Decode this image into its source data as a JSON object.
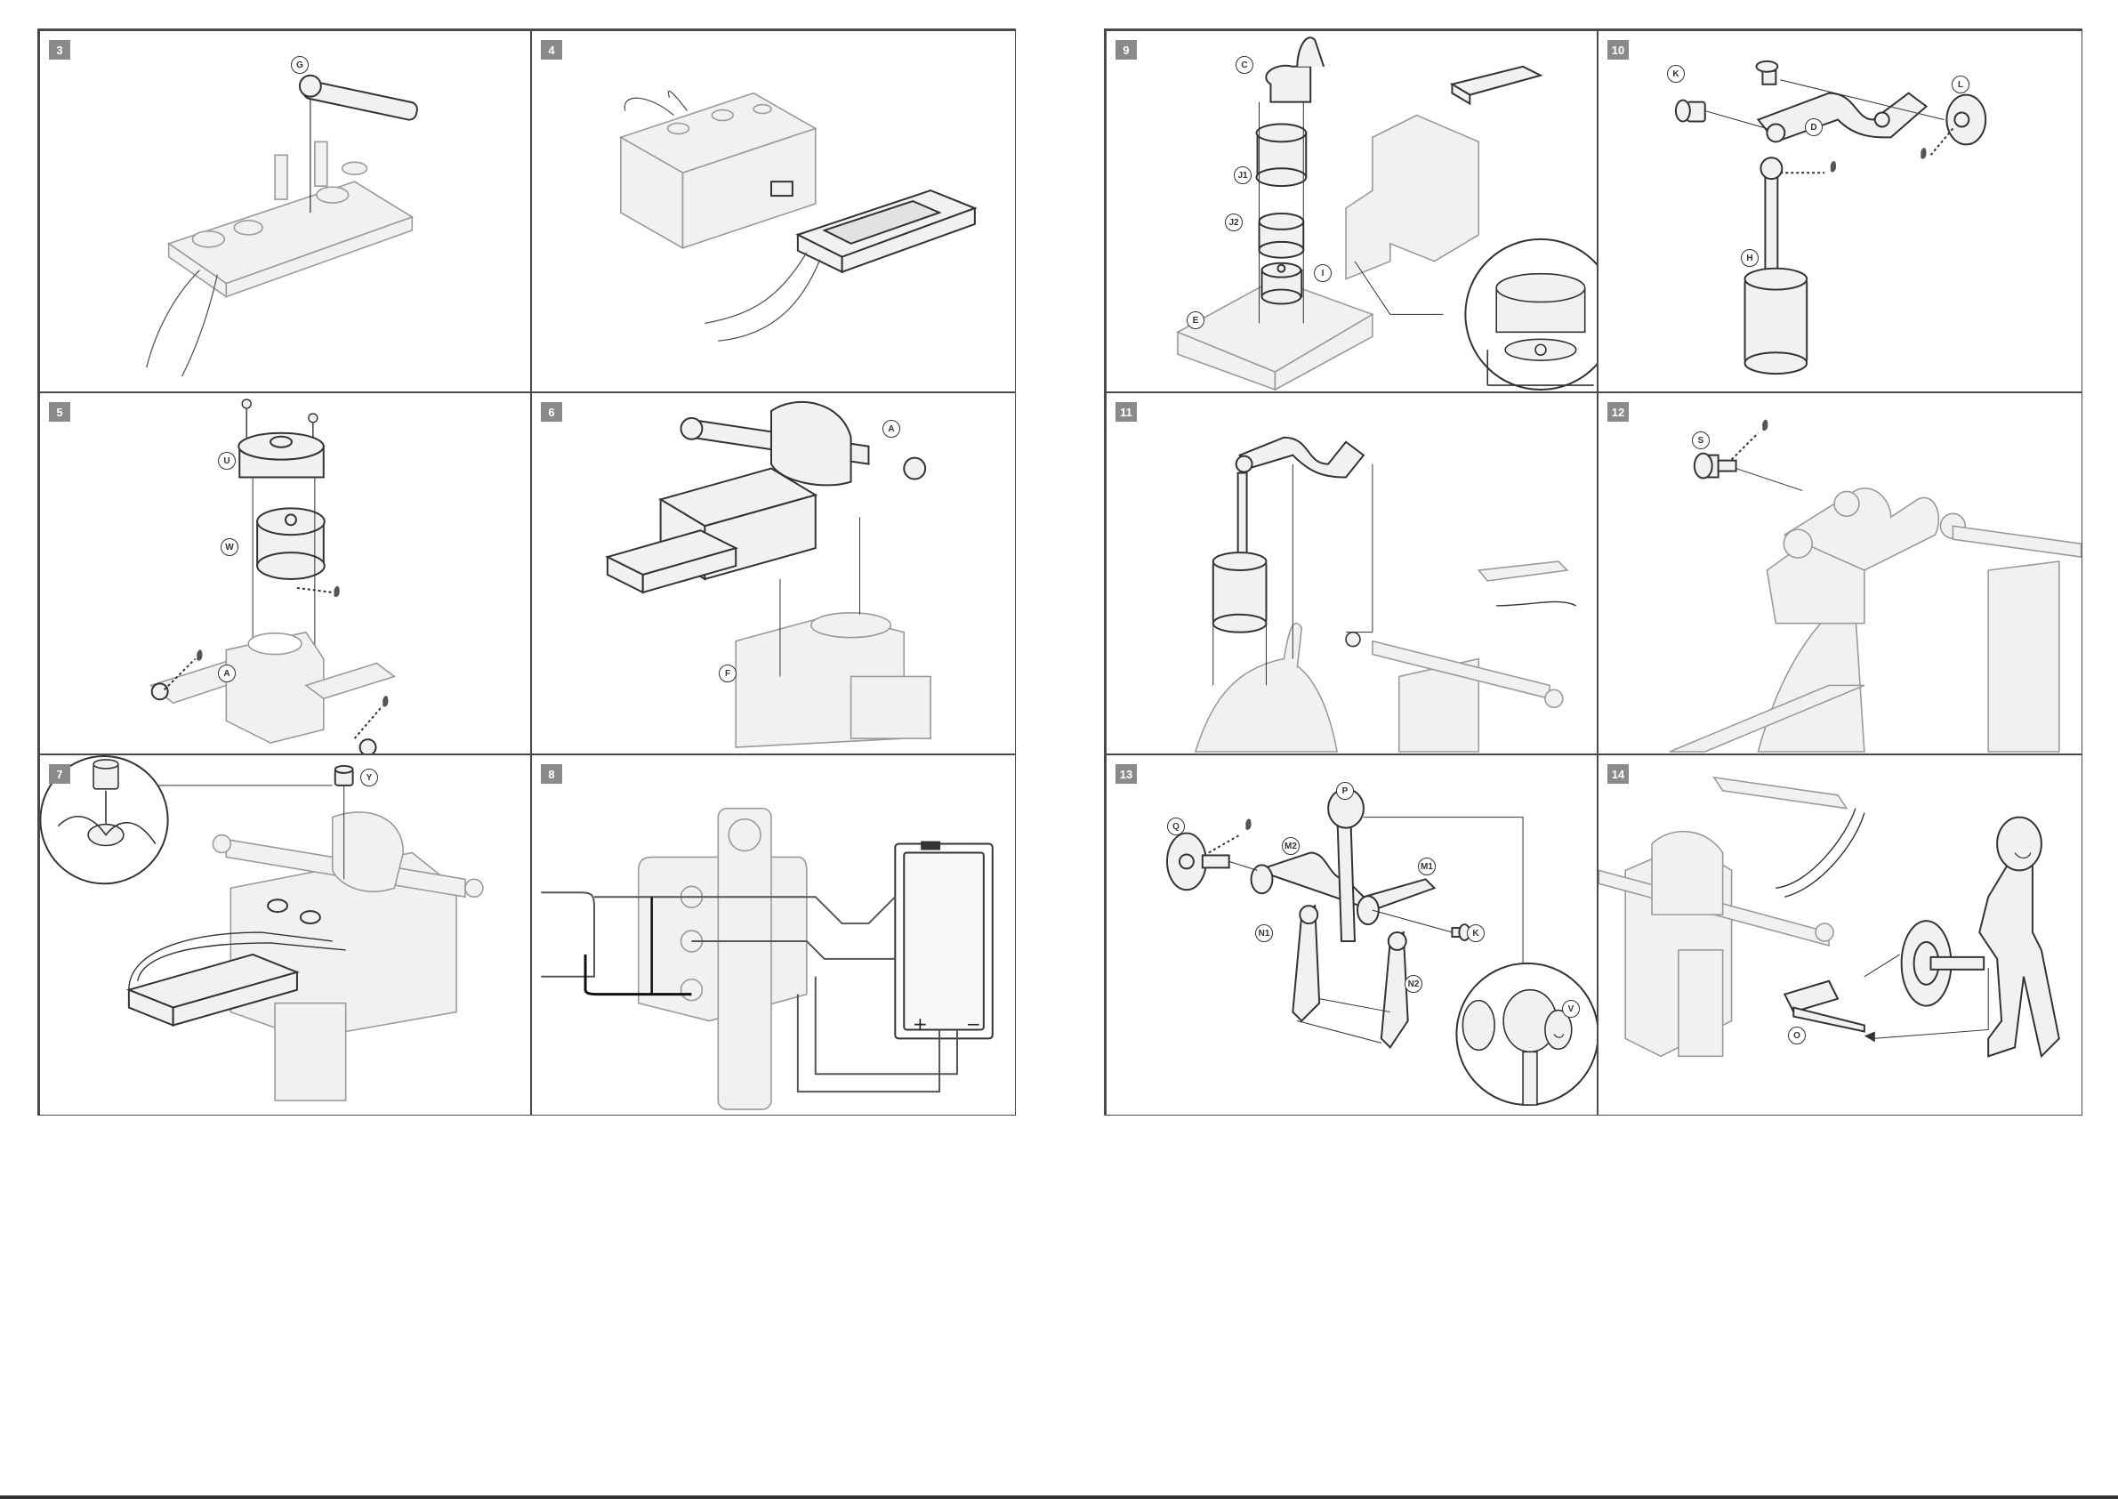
{
  "colors": {
    "frame": "#4a4a4a",
    "part_fill": "#f1f1f1",
    "part_stroke": "#9a9a9a",
    "focus_stroke": "#333333",
    "step_badge": "#8a8a8a",
    "oil_drop": "#555555"
  },
  "panels": [
    {
      "step": "3",
      "callouts": [
        "G"
      ]
    },
    {
      "step": "4",
      "callouts": []
    },
    {
      "step": "5",
      "callouts": [
        "U",
        "W",
        "A"
      ]
    },
    {
      "step": "6",
      "callouts": [
        "A",
        "F"
      ]
    },
    {
      "step": "7",
      "callouts": [
        "Y"
      ]
    },
    {
      "step": "8",
      "callouts": [],
      "battery": {
        "plus": "+",
        "minus": "−"
      }
    },
    {
      "step": "9",
      "callouts": [
        "C",
        "J1",
        "J2",
        "I",
        "E"
      ]
    },
    {
      "step": "10",
      "callouts": [
        "K",
        "L",
        "D",
        "H"
      ]
    },
    {
      "step": "11",
      "callouts": []
    },
    {
      "step": "12",
      "callouts": [
        "S"
      ]
    },
    {
      "step": "13",
      "callouts": [
        "P",
        "Q",
        "M2",
        "M1",
        "N1",
        "K",
        "N2",
        "V"
      ]
    },
    {
      "step": "14",
      "callouts": [
        "O"
      ]
    }
  ]
}
